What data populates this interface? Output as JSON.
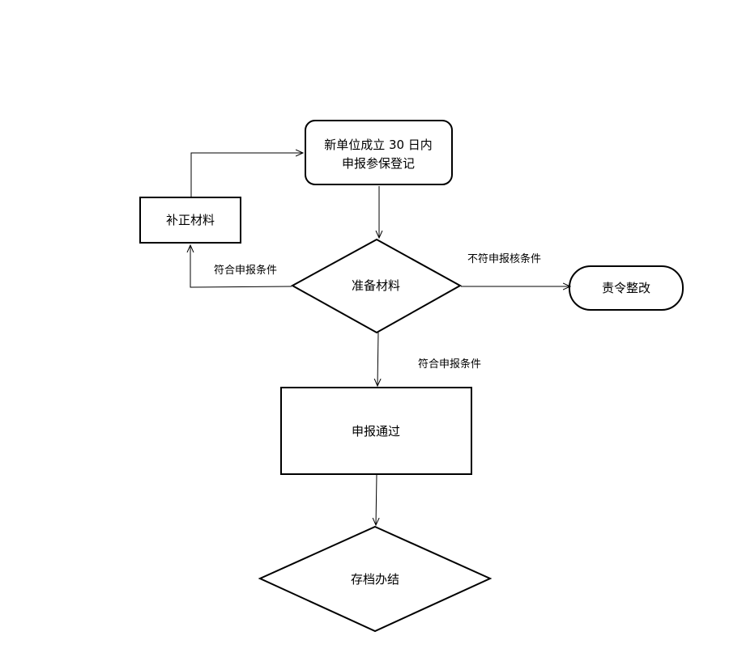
{
  "nodes": {
    "register": {
      "line1": "新单位成立 30 日内",
      "line2": "申报参保登记"
    },
    "supplement": {
      "label": "补正材料"
    },
    "prepare": {
      "label": "准备材料"
    },
    "rectify": {
      "label": "责令整改"
    },
    "approved": {
      "label": "申报通过"
    },
    "archive": {
      "label": "存档办结"
    }
  },
  "edges": {
    "to_supplement": "符合申报条件",
    "to_rectify": "不符申报核条件",
    "to_approved": "符合申报条件"
  }
}
